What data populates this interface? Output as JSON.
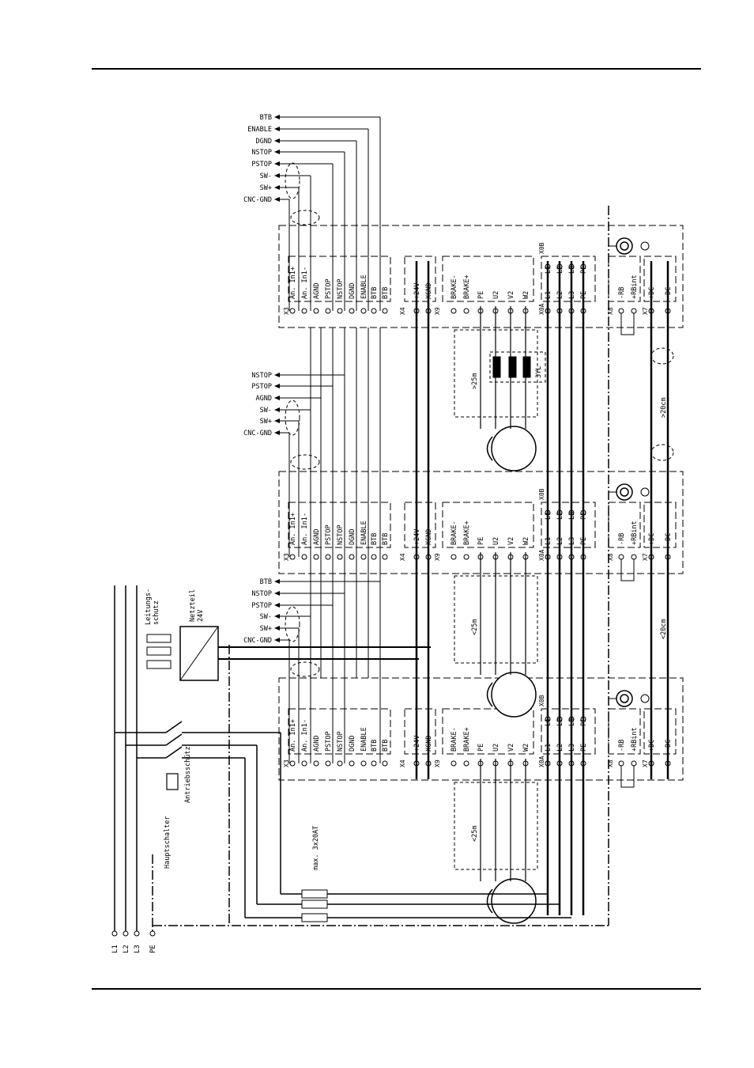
{
  "signals": {
    "top": [
      "BTB",
      "ENABLE",
      "DGND",
      "NSTOP",
      "PSTOP",
      "SW-",
      "SW+",
      "CNC-GND"
    ],
    "mid": [
      "NSTOP",
      "PSTOP",
      "AGND",
      "SW-",
      "SW+",
      "CNC-GND"
    ],
    "bottom": [
      "BTB",
      "NSTOP",
      "PSTOP",
      "SW-",
      "SW+",
      "CNC-GND"
    ]
  },
  "connectors": {
    "x3": {
      "label": "X3",
      "pins": [
        "An. In1+",
        "An. In1-",
        "AGND",
        "PSTOP",
        "NSTOP",
        "DGND",
        "ENABLE",
        "BTB",
        "BTB"
      ]
    },
    "x4": {
      "label": "X4",
      "pins": [
        "+24V",
        "XGND"
      ]
    },
    "x9": {
      "label": "X9",
      "pins": [
        "BRAKE-",
        "BRAKE+",
        "PE",
        "U2",
        "V2",
        "W2"
      ]
    },
    "x0a": {
      "label": "X0A",
      "pins": [
        "L1",
        "L2",
        "L3",
        "PE"
      ]
    },
    "x0b": {
      "label": "X0B",
      "pins": [
        "L1",
        "L2",
        "L3",
        "PE"
      ]
    },
    "x8": {
      "label": "X8",
      "pins": [
        "-RB",
        "+RBint"
      ]
    },
    "x7": {
      "label": "X7",
      "pins": [
        "+DC",
        "-DC"
      ]
    }
  },
  "annotations": {
    "cable_25m_top": ">25m",
    "cable_25m_mid": "<25m",
    "cable_25m_bottom": "<25m",
    "choke": "3YL",
    "dc_top": ">20cm",
    "dc_mid": "<20cm",
    "leitungsschutz": "Leitungs-\nschutz",
    "netzteil": "Netzteil\n24V",
    "antriebsschuetz": "Antriebsschütz",
    "hauptschalter": "Hauptschalter",
    "fuse": "max. 3x20AT",
    "mains": [
      "L1",
      "L2",
      "L3",
      "PE"
    ]
  }
}
